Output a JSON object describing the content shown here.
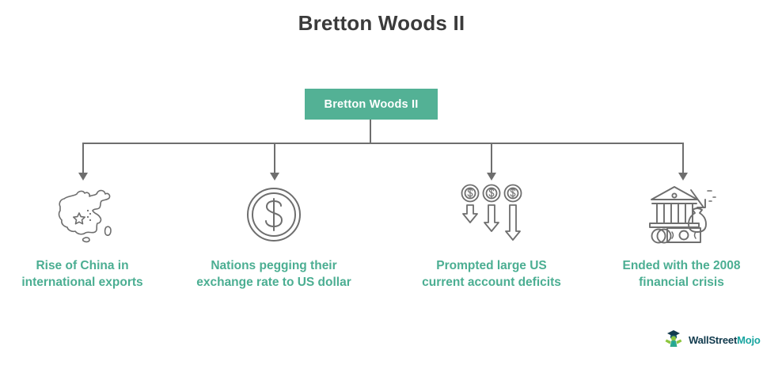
{
  "page": {
    "title": "Bretton Woods II",
    "background_color": "#ffffff",
    "title_color": "#3b3b3b"
  },
  "root_node": {
    "label": "Bretton Woods II",
    "fill_color": "#53B195",
    "text_color": "#ffffff"
  },
  "connectors": {
    "line_color": "#6E6E6E"
  },
  "branches": [
    {
      "icon_name": "china-map-icon",
      "label": "Rise of China in\ninternational exports",
      "label_color": "#4BAE92"
    },
    {
      "icon_name": "dollar-coin-icon",
      "label": "Nations pegging their\nexchange rate to US dollar",
      "label_color": "#4BAE92"
    },
    {
      "icon_name": "falling-dollars-icon",
      "label": "Prompted large US\ncurrent account deficits",
      "label_color": "#4BAE92"
    },
    {
      "icon_name": "bank-crisis-icon",
      "label": "Ended with the 2008\nfinancial crisis",
      "label_color": "#4BAE92"
    }
  ],
  "logo": {
    "icon_name": "wallstreetmojo-graduate-icon",
    "text_primary": "WallStreet",
    "text_secondary": "Mojo",
    "primary_color": "#123B4E",
    "secondary_color": "#18A5A0"
  }
}
